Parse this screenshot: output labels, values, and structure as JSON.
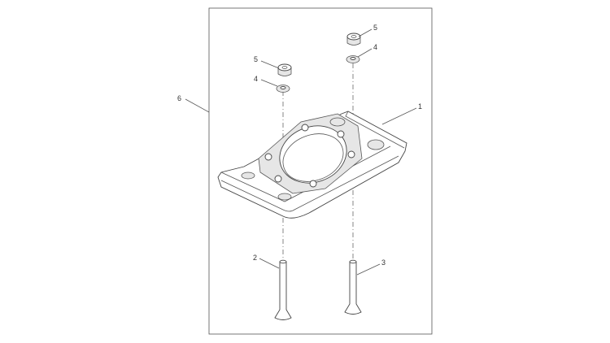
{
  "diagram": {
    "callouts": [
      {
        "id": "1",
        "label": "1"
      },
      {
        "id": "2",
        "label": "2"
      },
      {
        "id": "3",
        "label": "3"
      },
      {
        "id": "4a",
        "label": "4"
      },
      {
        "id": "4b",
        "label": "4"
      },
      {
        "id": "5a",
        "label": "5"
      },
      {
        "id": "5b",
        "label": "5"
      },
      {
        "id": "6",
        "label": "6"
      }
    ],
    "colors": {
      "line": "#444444",
      "background": "#ffffff"
    }
  }
}
